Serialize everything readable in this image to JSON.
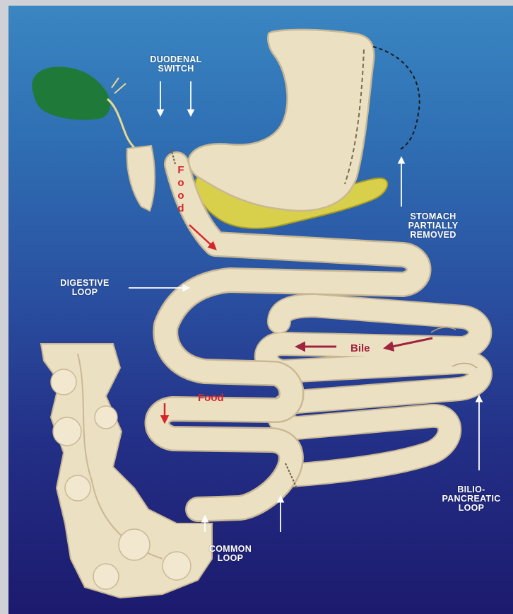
{
  "colors": {
    "intestine": "#ece0c3",
    "intestine_edge": "#c9b894",
    "pancreas": "#d8cf4a",
    "gallbladder": "#1f7a3a",
    "food_arrow": "#d6242a",
    "bile_arrow": "#a0243e",
    "label_text": "#ffffff"
  },
  "labels": {
    "duodenal_switch": [
      "DUODENAL",
      "SWITCH"
    ],
    "stomach_removed": [
      "STOMACH",
      "PARTIALLY",
      "REMOVED"
    ],
    "digestive_loop": [
      "DIGESTIVE",
      "LOOP"
    ],
    "bilio_pancreatic_loop": [
      "BILIO-",
      "PANCREATIC",
      "LOOP"
    ],
    "common_loop": [
      "COMMON",
      "LOOP"
    ]
  },
  "flow_labels": {
    "food_vertical": "Food",
    "food_middle": "Food",
    "bile": "Bile"
  }
}
